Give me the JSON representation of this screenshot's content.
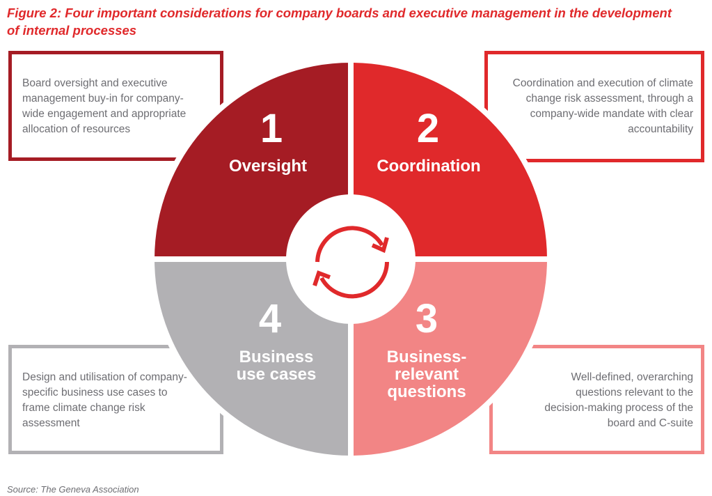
{
  "title": "Figure 2: Four important considerations for company boards and executive management in the development of internal processes",
  "colors": {
    "oversight": "#a51c24",
    "coordination": "#e0292b",
    "questions": "#f28585",
    "use_cases": "#b2b1b4",
    "text": "#6d6d72"
  },
  "quadrants": [
    {
      "number": "1",
      "label": "Oversight",
      "description": "Board oversight and executive management buy-in for company-wide engagement and appropriate allocation of resources"
    },
    {
      "number": "2",
      "label": "Coordination",
      "description": "Coordination and execution of climate change risk assessment, through a company-wide mandate with clear accountability"
    },
    {
      "number": "3",
      "label": "Business-relevant questions",
      "label_lines": [
        "Business-",
        "relevant",
        "questions"
      ],
      "description": "Well-defined, overarching questions relevant to the decision-making process of the board and C-suite"
    },
    {
      "number": "4",
      "label": "Business use cases",
      "label_lines": [
        "Business",
        "use cases"
      ],
      "description": "Design and utilisation of company-specific business use cases to frame climate change risk assessment"
    }
  ],
  "center_icon": "refresh-cycle-icon",
  "source": "Source: The Geneva Association"
}
